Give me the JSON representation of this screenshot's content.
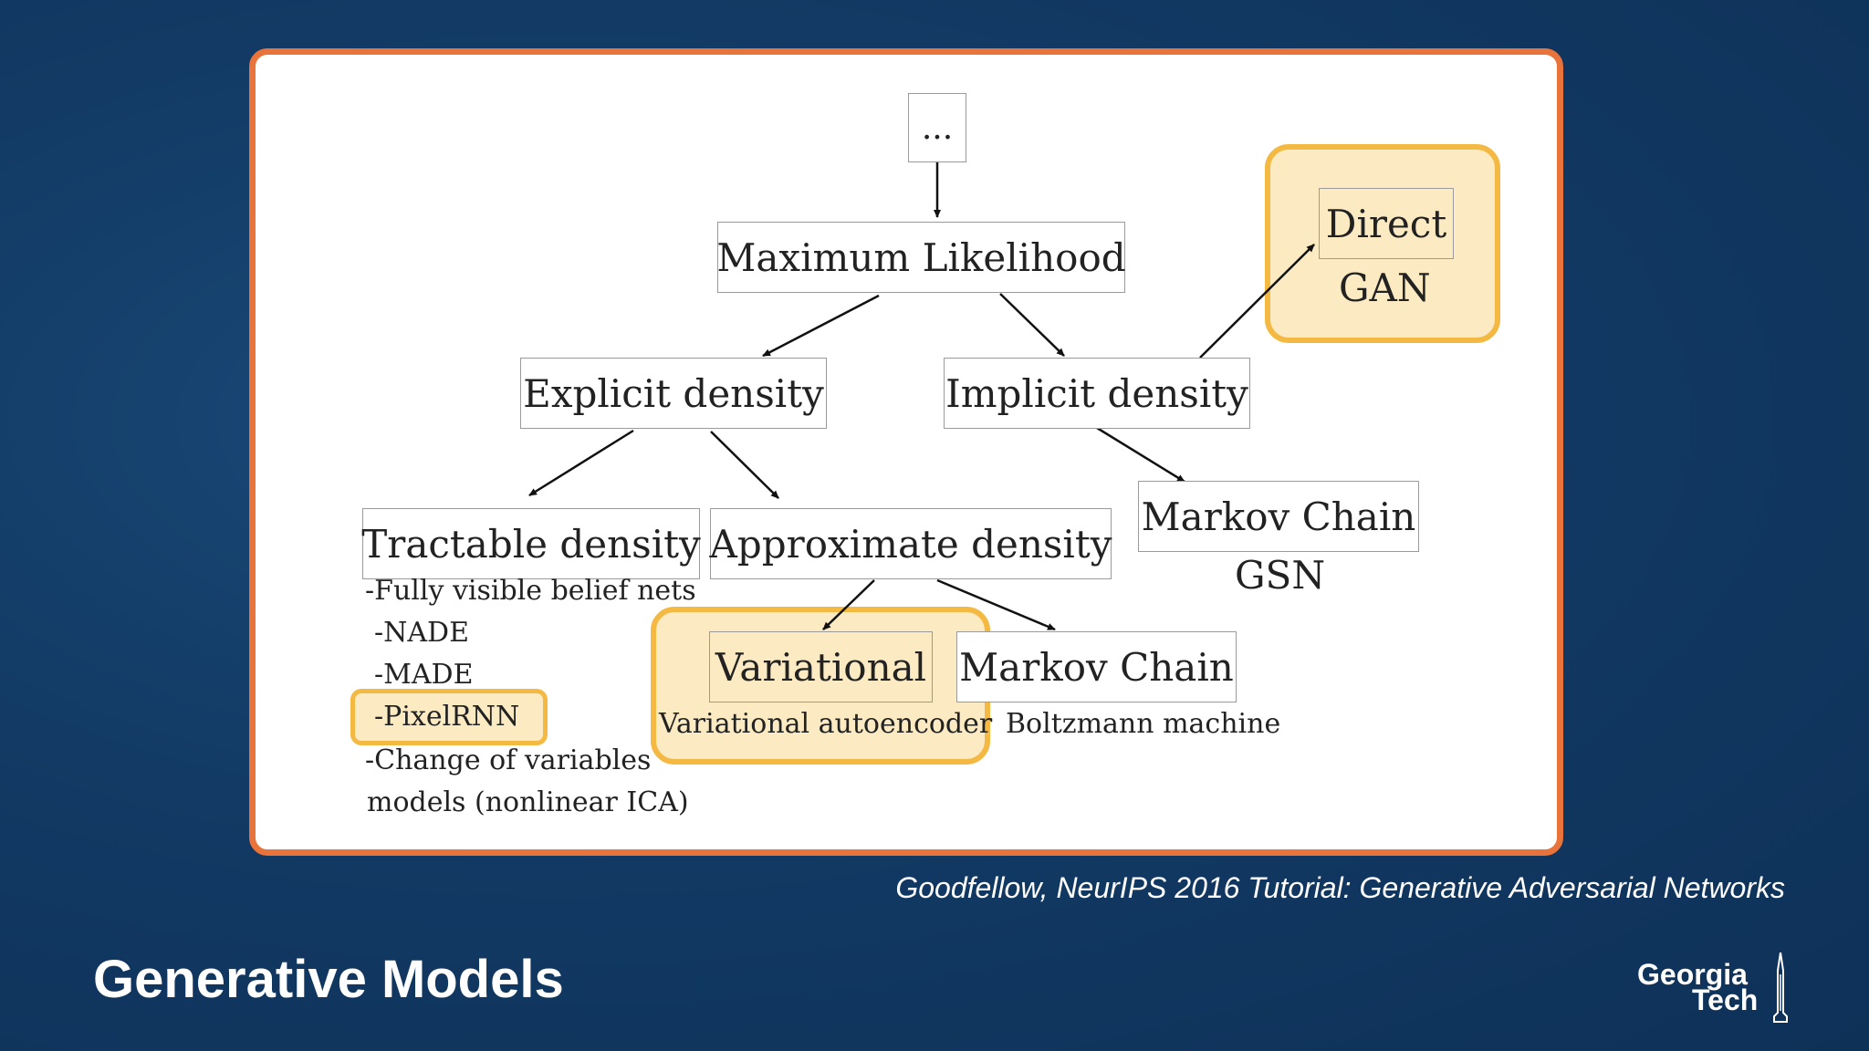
{
  "diagram": {
    "nodes": {
      "root": "...",
      "max_likelihood": "Maximum Likelihood",
      "explicit": "Explicit density",
      "implicit": "Implicit density",
      "tractable": "Tractable density",
      "approximate": "Approximate density",
      "markov_chain_implicit": "Markov Chain",
      "direct": "Direct",
      "variational": "Variational",
      "markov_chain_approx": "Markov Chain"
    },
    "labels": {
      "gan": "GAN",
      "gsn": "GSN",
      "vae": "Variational autoencoder",
      "boltzmann": "Boltzmann machine"
    },
    "tractable_list": [
      "-Fully visible belief nets",
      "-NADE",
      "-MADE",
      "-PixelRNN",
      "-Change of variables",
      "models (nonlinear ICA)"
    ],
    "highlight_color": "#f4b942"
  },
  "citation": "Goodfellow, NeurIPS 2016 Tutorial: Generative Adversarial Networks",
  "slide_title": "Generative Models",
  "logo": {
    "line1": "Georgia",
    "line2": "Tech"
  },
  "colors": {
    "background": "#123a64",
    "panel_border": "#e8743b"
  }
}
